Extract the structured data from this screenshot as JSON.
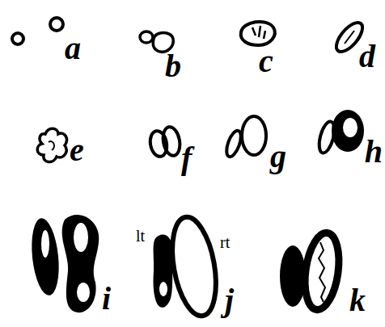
{
  "diagram": {
    "labels": [
      "a",
      "b",
      "c",
      "d",
      "e",
      "f",
      "g",
      "h",
      "i",
      "lt",
      "rt",
      "j",
      "k"
    ]
  }
}
